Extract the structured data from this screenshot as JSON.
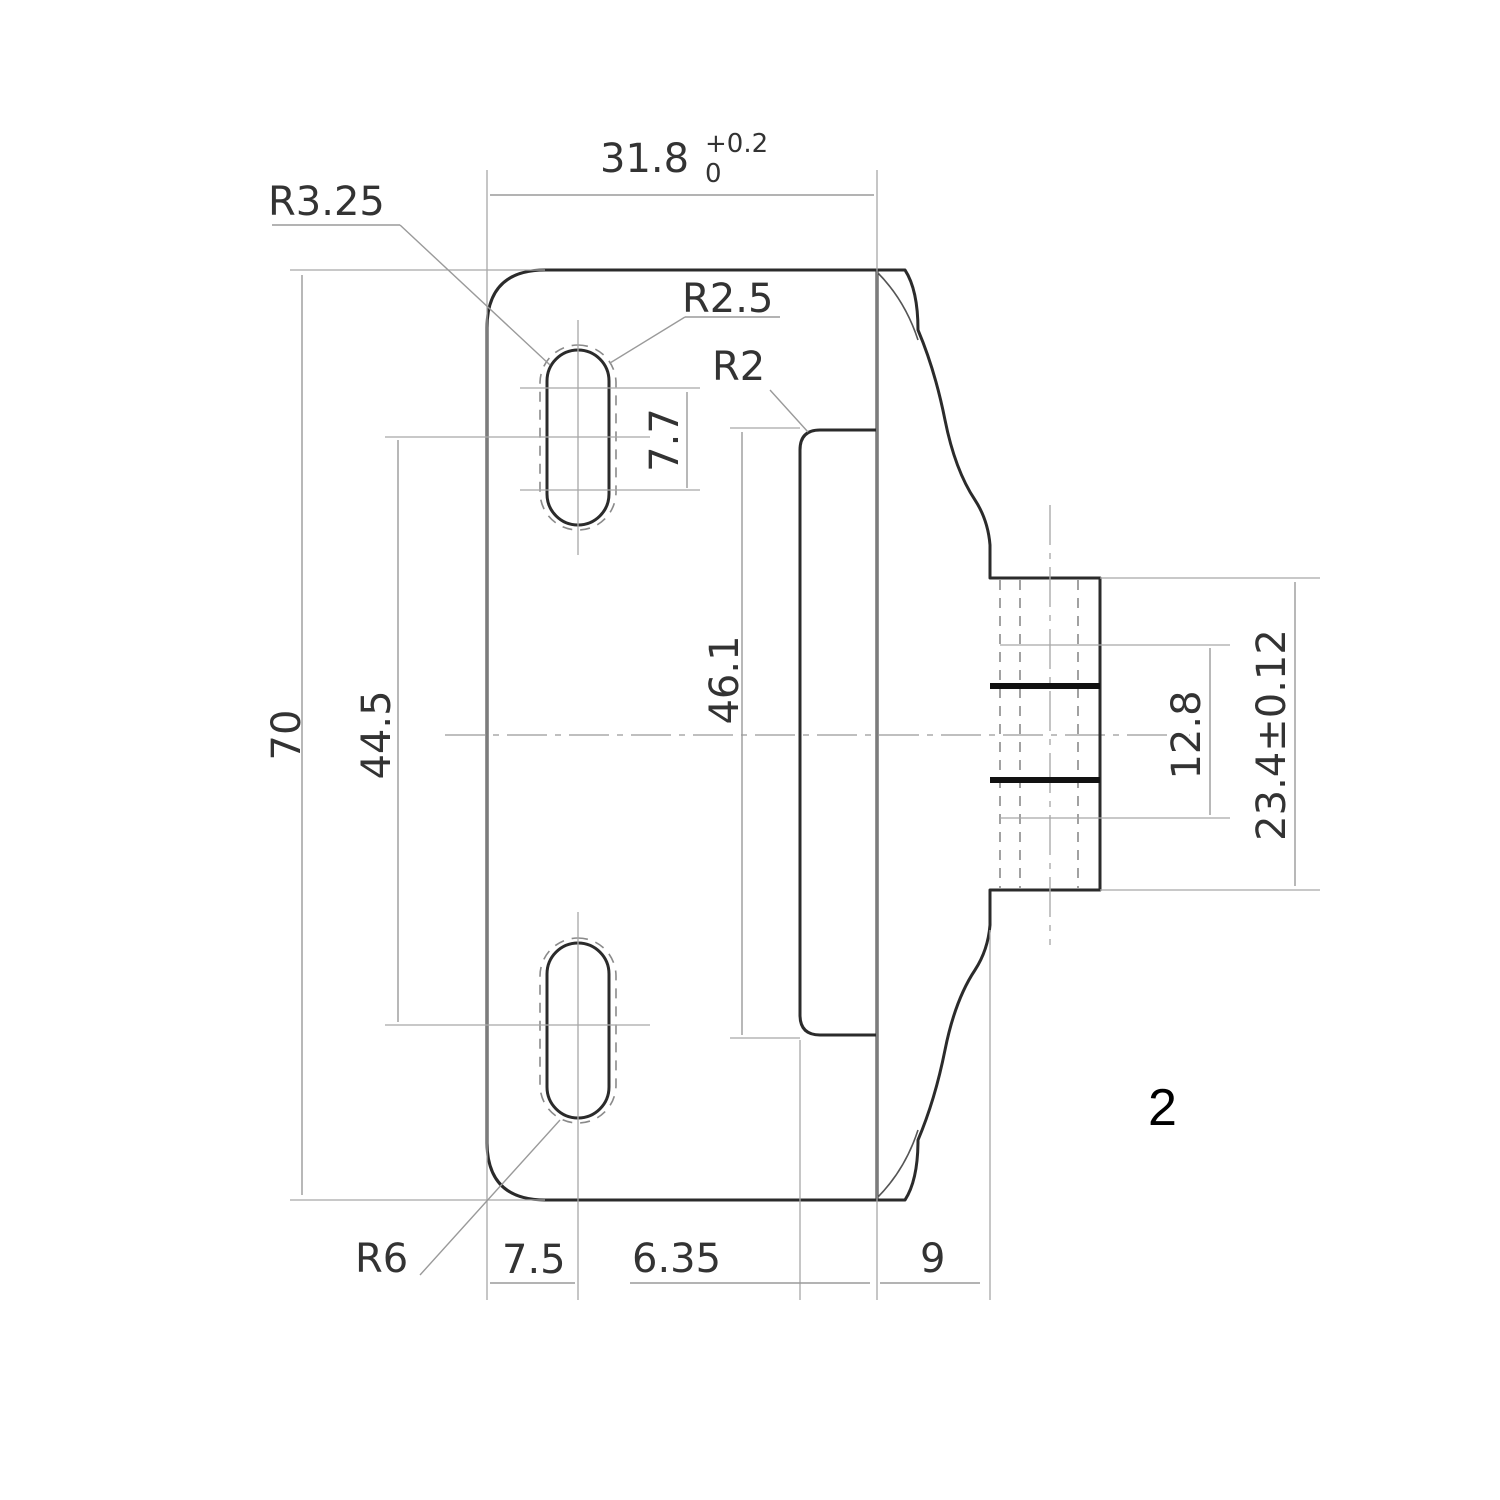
{
  "drawing": {
    "view_label": "2",
    "units": "mm",
    "dimensions": {
      "overall_width": {
        "value": "31.8",
        "tol_upper": "+0.2",
        "tol_lower": "0"
      },
      "overall_height": "70",
      "slot_spacing": "44.5",
      "pocket_length": "46.1",
      "slot_length": "7.7",
      "tab_width": "23.4±0.12",
      "inner_tab_width": "12.8",
      "slot_offset_x": "7.5",
      "pocket_offset": "6.35",
      "tab_depth": "9"
    },
    "radii": {
      "slot_outer": "R3.25",
      "slot_inner": "R2.5",
      "pocket_corner": "R2",
      "body_corner": "R6"
    }
  },
  "colors": {
    "outline": "#2b2b2b",
    "dimension": "#9a9a9a",
    "text": "#333333"
  }
}
